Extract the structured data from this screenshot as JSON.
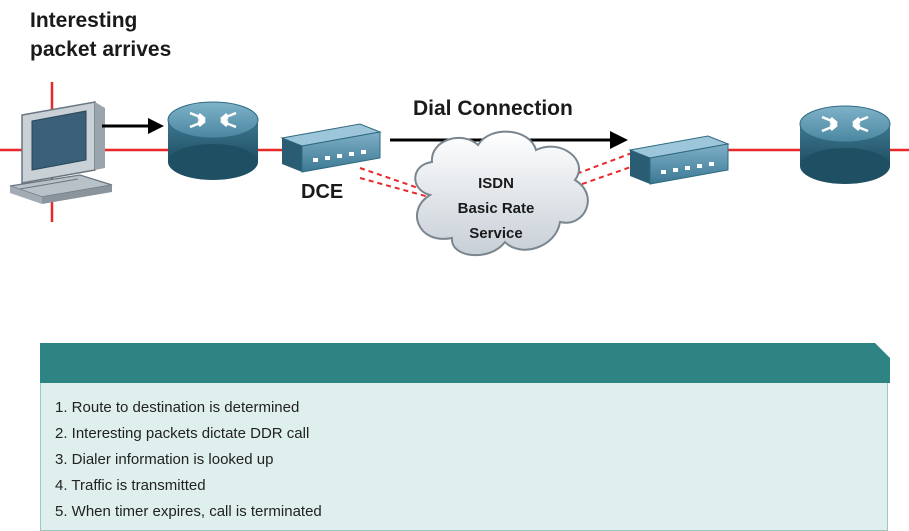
{
  "diagram": {
    "trigger_label_lines": [
      "Interesting",
      "packet arrives"
    ],
    "dial_connection_label": "Dial Connection",
    "dce_label": "DCE",
    "cloud_label_lines": [
      "ISDN",
      "Basic Rate",
      "Service"
    ]
  },
  "steps": [
    "1.  Route to destination is determined",
    "2.  Interesting packets dictate DDR call",
    "3.  Dialer information is looked up",
    "4.  Traffic is transmitted",
    "5.   When timer expires, call is terminated"
  ],
  "colors": {
    "link_red": "#e8282b",
    "panel_header": "#2e8383",
    "panel_body": "#dfefed",
    "router_blue": "#3f7f99",
    "device_blue": "#4f86a4"
  }
}
